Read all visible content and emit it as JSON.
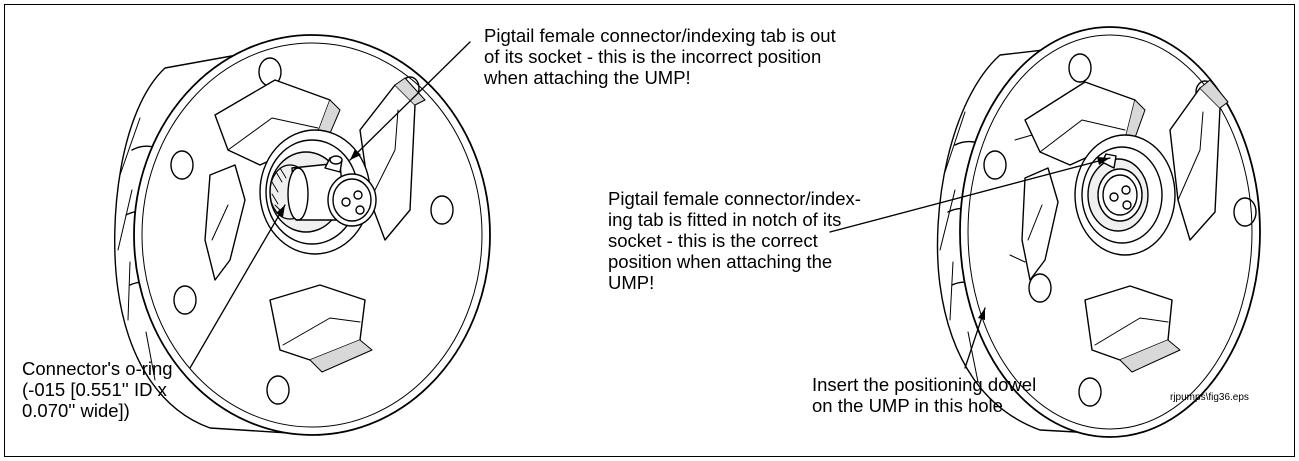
{
  "labels": {
    "tab_out": "Pigtail female connector/indexing tab is out\nof its socket - this is the incorrect position\nwhen attaching the UMP!",
    "o_ring": "Connector's o-ring\n(-015 [0.551'' ID x\n0.070'' wide])",
    "tab_in": "Pigtail female connector/index-\ning tab is fitted in notch of its\nsocket - this is the correct\nposition when attaching the\nUMP!",
    "dowel": "Insert the positioning dowel\non the UMP in this hole",
    "file_ref": "rjpumps\\fig36.eps"
  }
}
